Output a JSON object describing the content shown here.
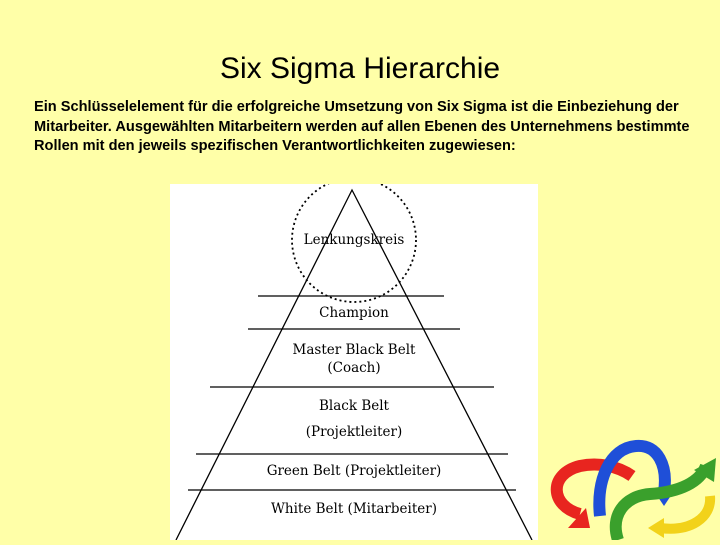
{
  "slide": {
    "title": "Six Sigma Hierarchie",
    "intro": "Ein Schlüsselelement für die erfolgreiche Umsetzung von Six Sigma ist die Einbeziehung der Mitarbeiter. Ausgewählten Mitarbeitern werden auf allen Ebenen des Unternehmens bestimmte Rollen mit den jeweils spezifischen Verantwortlichkeiten zugewiesen:"
  },
  "pyramid": {
    "top_circle_label": "Lenkungskreis",
    "tiers": [
      {
        "line1": "Champion",
        "line2": ""
      },
      {
        "line1": "Master Black Belt",
        "line2": "(Coach)"
      },
      {
        "line1": "Black Belt",
        "line2": "(Projektleiter)"
      },
      {
        "line1": "Green Belt (Projektleiter)",
        "line2": ""
      },
      {
        "line1": "White Belt (Mitarbeiter)",
        "line2": ""
      }
    ]
  },
  "colors": {
    "background": "#ffffa8",
    "logo_red": "#e8251f",
    "logo_blue": "#1f4fd8",
    "logo_green": "#3aa02c",
    "logo_yellow": "#f2d21a"
  },
  "icons": [
    "six-sigma-arrows-logo-icon"
  ]
}
